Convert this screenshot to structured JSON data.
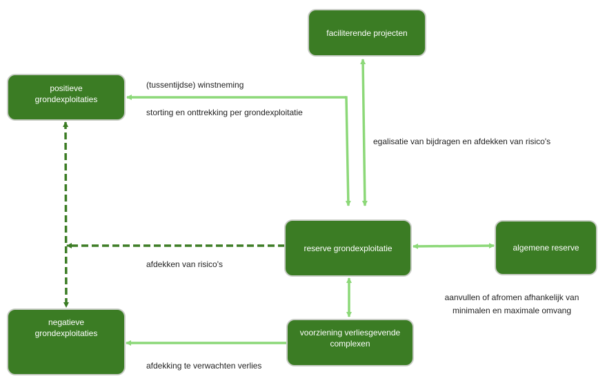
{
  "colors": {
    "node_fill": "#3b7c24",
    "node_border": "#c9cdc6",
    "arrow_light": "#8cd878",
    "arrow_dark": "#3b7c24",
    "text_dark": "#222222"
  },
  "nodes": {
    "faciliterende": "faciliterende projecten",
    "positieve": "positieve grondexploitaties",
    "reserve": "reserve grondexploitatie",
    "algemene": "algemene reserve",
    "negatieve": "negatieve grondexploitaties",
    "voorziening": "voorziening verliesgevende complexen"
  },
  "edge_labels": {
    "winstneming": "(tussentijdse) winstneming",
    "storting": "storting en onttrekking per grondexploitatie",
    "egalisatie": "egalisatie van bijdragen en afdekken van risico's",
    "afdekken_risicos": "afdekken van risico's",
    "aanvullen_line1": "aanvullen of afromen afhankelijk van",
    "aanvullen_line2": "minimalen en maximale omvang",
    "afdekking_verlies": "afdekking te verwachten verlies"
  },
  "edges": [
    {
      "from": "reserve",
      "to": "positieve",
      "style": "solid",
      "color": "light",
      "direction": "forward"
    },
    {
      "from": "positieve",
      "to": "reserve",
      "style": "solid",
      "color": "light",
      "direction": "forward"
    },
    {
      "from": "reserve",
      "to": "faciliterende",
      "style": "solid",
      "color": "light",
      "direction": "both"
    },
    {
      "from": "reserve",
      "to": "algemene",
      "style": "solid",
      "color": "light",
      "direction": "both"
    },
    {
      "from": "reserve",
      "to": "voorziening",
      "style": "solid",
      "color": "light",
      "direction": "both"
    },
    {
      "from": "voorziening",
      "to": "negatieve",
      "style": "solid",
      "color": "light",
      "direction": "forward"
    },
    {
      "from": "reserve",
      "to": "positieve-negatieve-link",
      "style": "dashed",
      "color": "dark",
      "direction": "forward"
    },
    {
      "from": "positieve",
      "to": "negatieve",
      "style": "dashed",
      "color": "dark",
      "direction": "both"
    }
  ]
}
